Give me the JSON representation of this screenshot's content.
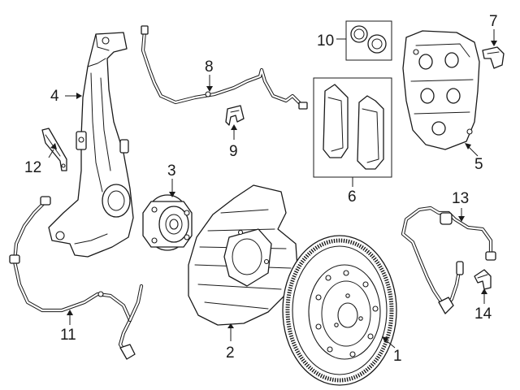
{
  "diagram": {
    "callouts": [
      {
        "id": "1",
        "label": "1",
        "part": "brake-rotor"
      },
      {
        "id": "2",
        "label": "2",
        "part": "splash-shield"
      },
      {
        "id": "3",
        "label": "3",
        "part": "wheel-hub-bearing"
      },
      {
        "id": "4",
        "label": "4",
        "part": "steering-knuckle"
      },
      {
        "id": "5",
        "label": "5",
        "part": "brake-caliper"
      },
      {
        "id": "6",
        "label": "6",
        "part": "brake-pad-set"
      },
      {
        "id": "7",
        "label": "7",
        "part": "caliper-clip"
      },
      {
        "id": "8",
        "label": "8",
        "part": "brake-hose"
      },
      {
        "id": "9",
        "label": "9",
        "part": "hose-bracket"
      },
      {
        "id": "10",
        "label": "10",
        "part": "caliper-seal-kit"
      },
      {
        "id": "11",
        "label": "11",
        "part": "abs-wheel-speed-sensor"
      },
      {
        "id": "12",
        "label": "12",
        "part": "knuckle-bracket"
      },
      {
        "id": "13",
        "label": "13",
        "part": "pad-wear-sensor"
      },
      {
        "id": "14",
        "label": "14",
        "part": "sensor-clip"
      }
    ]
  }
}
